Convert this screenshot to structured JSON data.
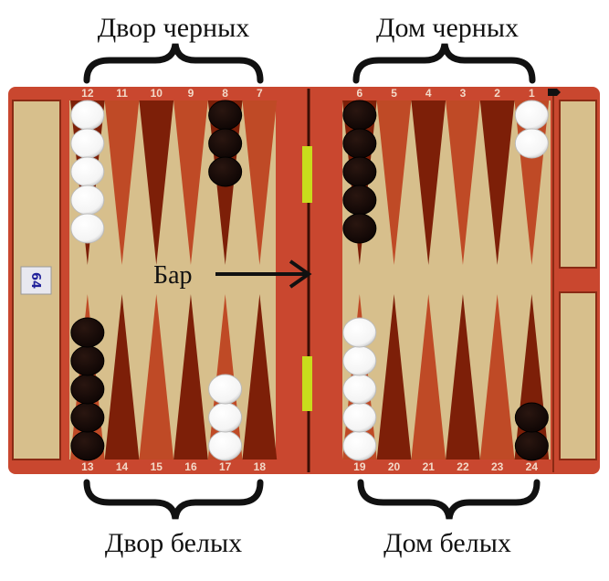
{
  "labels": {
    "black_outer": "Двор черных",
    "black_home": "Дом черных",
    "white_outer": "Двор белых",
    "white_home": "Дом белых",
    "bar": "Бар"
  },
  "doubling_cube": "64",
  "colors": {
    "frame": "#c9472f",
    "frame_dark": "#a8351f",
    "felt": "#d7bf8c",
    "point_light": "#bf4a26",
    "point_dark": "#7d1f08",
    "white_checker": "#ffffff",
    "black_checker": "#1a0a06",
    "marker": "#c8dc1c"
  },
  "points": {
    "top_left": [
      "12",
      "11",
      "10",
      "9",
      "8",
      "7"
    ],
    "top_right": [
      "6",
      "5",
      "4",
      "3",
      "2",
      "1"
    ],
    "bottom_left": [
      "13",
      "14",
      "15",
      "16",
      "17",
      "18"
    ],
    "bottom_right": [
      "19",
      "20",
      "21",
      "22",
      "23",
      "24"
    ]
  },
  "checkers": [
    {
      "point": 12,
      "color": "white",
      "count": 5
    },
    {
      "point": 8,
      "color": "black",
      "count": 3
    },
    {
      "point": 6,
      "color": "black",
      "count": 5
    },
    {
      "point": 1,
      "color": "white",
      "count": 2
    },
    {
      "point": 13,
      "color": "black",
      "count": 5
    },
    {
      "point": 17,
      "color": "white",
      "count": 3
    },
    {
      "point": 19,
      "color": "white",
      "count": 5
    },
    {
      "point": 24,
      "color": "black",
      "count": 2
    }
  ]
}
